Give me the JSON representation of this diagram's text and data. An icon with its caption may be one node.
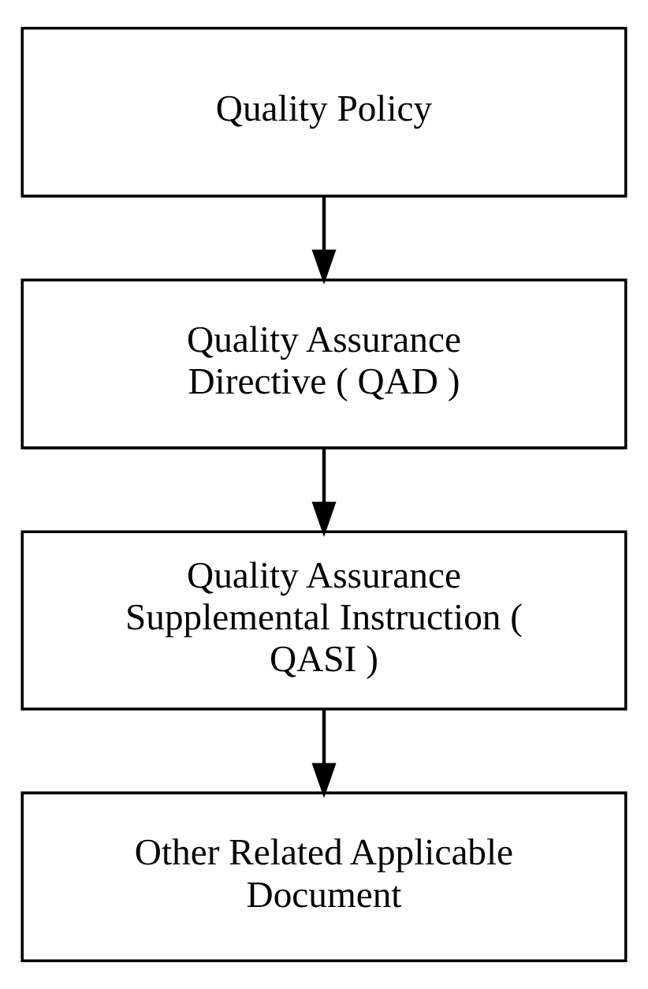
{
  "diagram": {
    "nodes": [
      {
        "text": [
          "Quality Policy"
        ]
      },
      {
        "text": [
          "Quality Assurance Directive ( QAD )"
        ]
      },
      {
        "text": [
          "Quality Assurance Supplemental Instruction ( QASI )"
        ]
      },
      {
        "text": [
          "Other Related Applicable Document"
        ]
      }
    ],
    "edges": [
      {
        "from": 0,
        "to": 1,
        "arrow": "to"
      },
      {
        "from": 1,
        "to": 2,
        "arrow": "to"
      },
      {
        "from": 2,
        "to": 3,
        "arrow": "to"
      }
    ]
  }
}
